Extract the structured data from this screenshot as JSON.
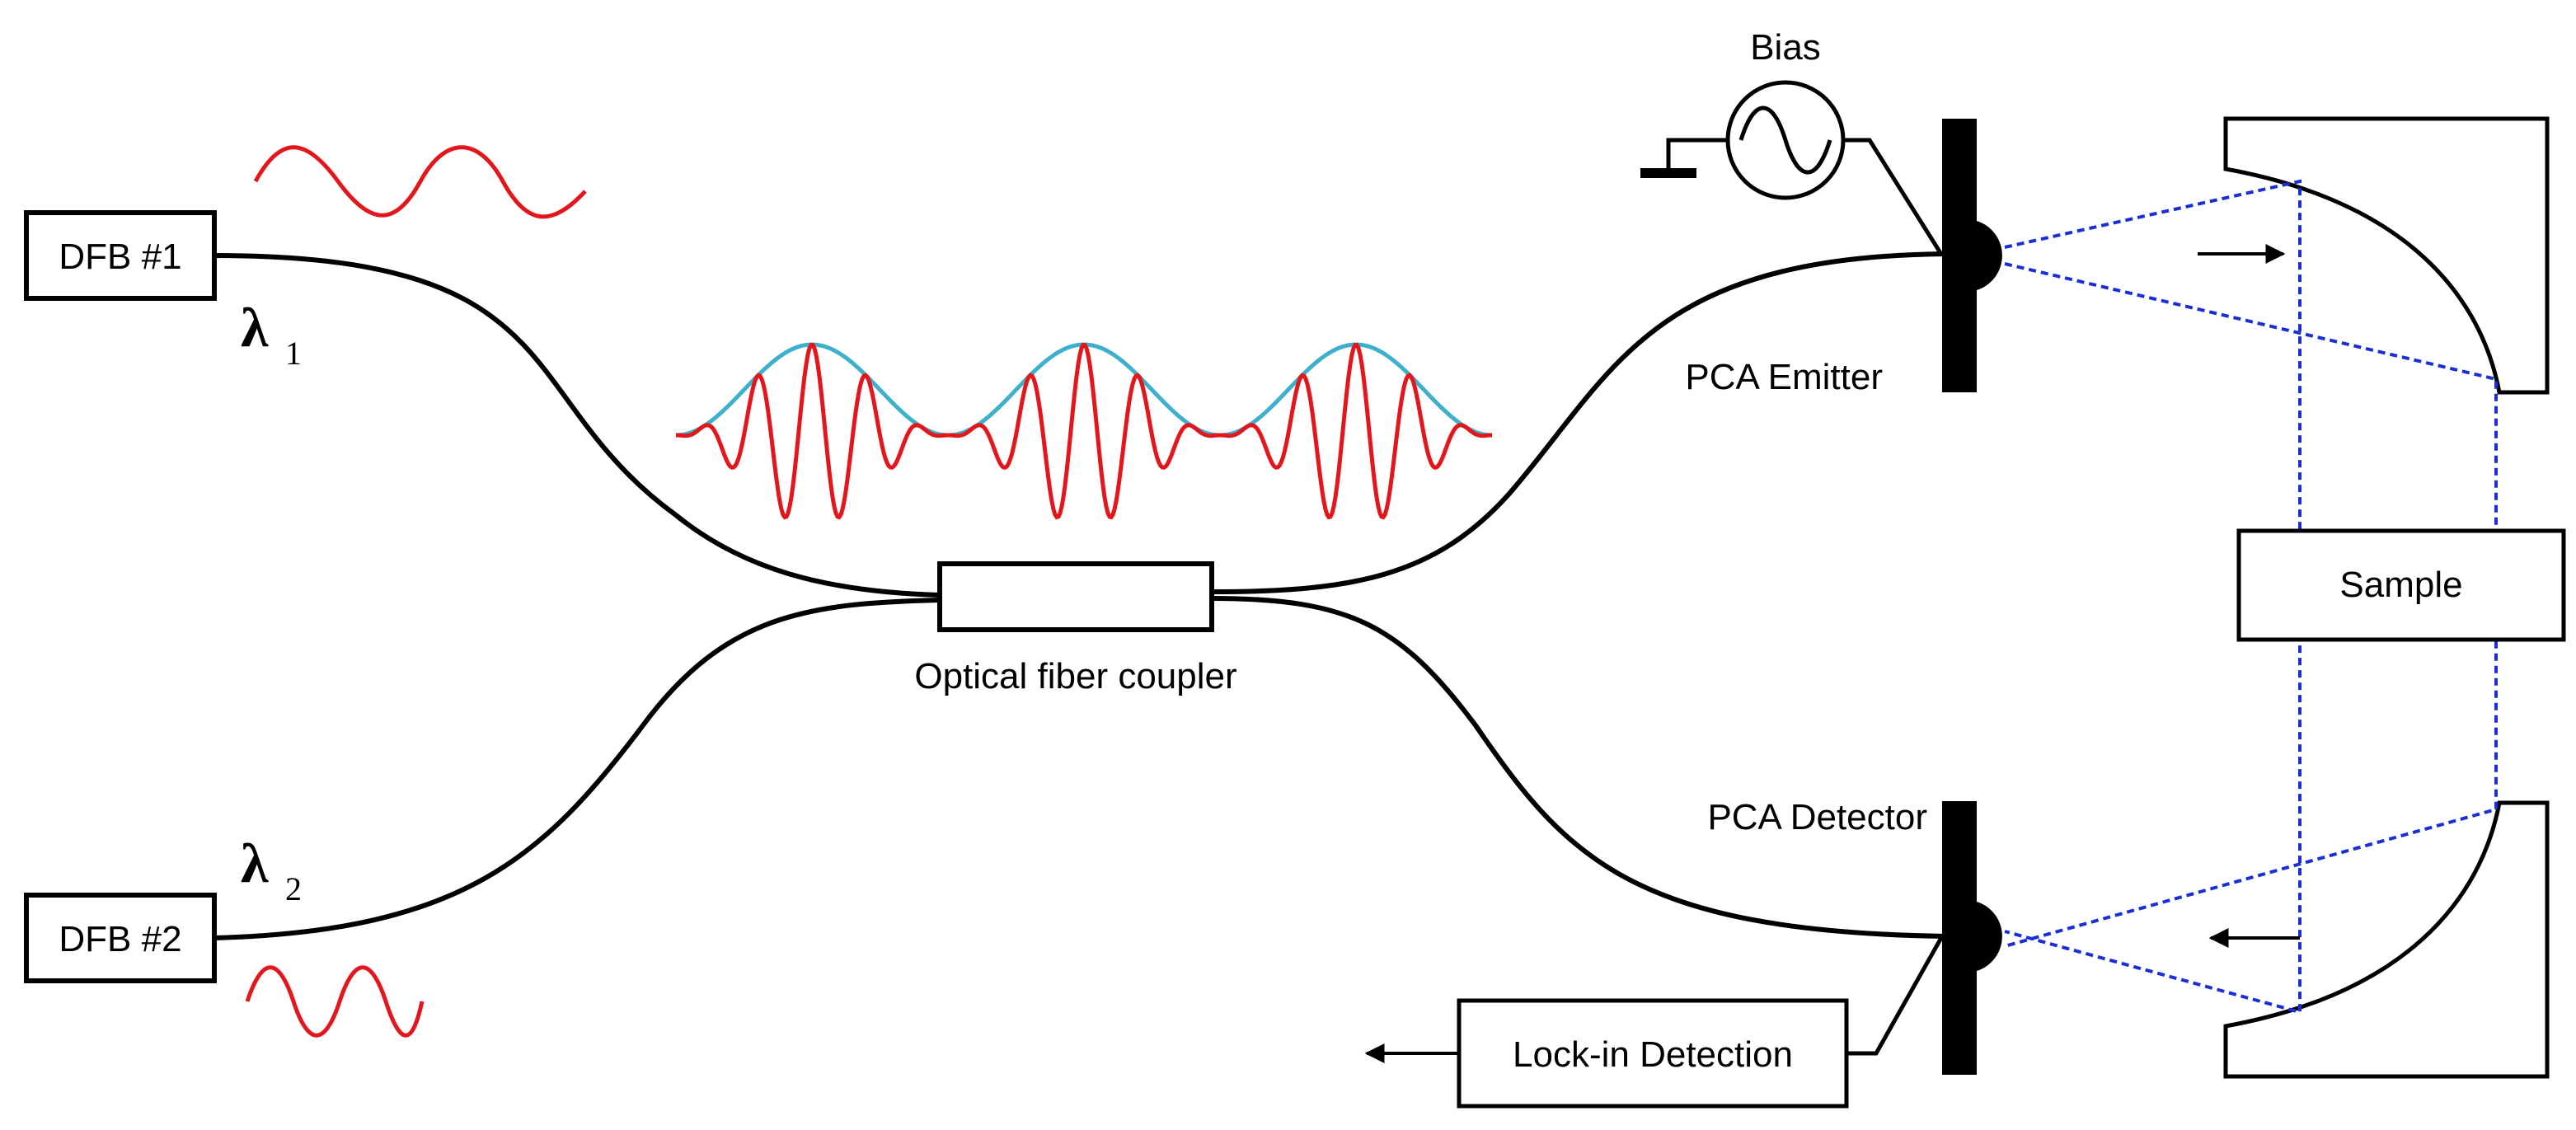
{
  "labels": {
    "dfb1": "DFB #1",
    "dfb2": "DFB #2",
    "lambda1": "λ",
    "lambda1_sub": "1",
    "lambda2": "λ",
    "lambda2_sub": "2",
    "coupler": "Optical fiber coupler",
    "bias": "Bias",
    "emitter": "PCA Emitter",
    "detector": "PCA Detector",
    "sample": "Sample",
    "lockin": "Lock-in Detection"
  },
  "colors": {
    "optical_wave": "#e3171b",
    "beat_envelope": "#3eb0cc",
    "thz_beam": "#1a2ed6",
    "lines": "#000000"
  },
  "icons": {
    "bias_source": "ac-voltage-source-icon",
    "ground": "ground-icon"
  }
}
